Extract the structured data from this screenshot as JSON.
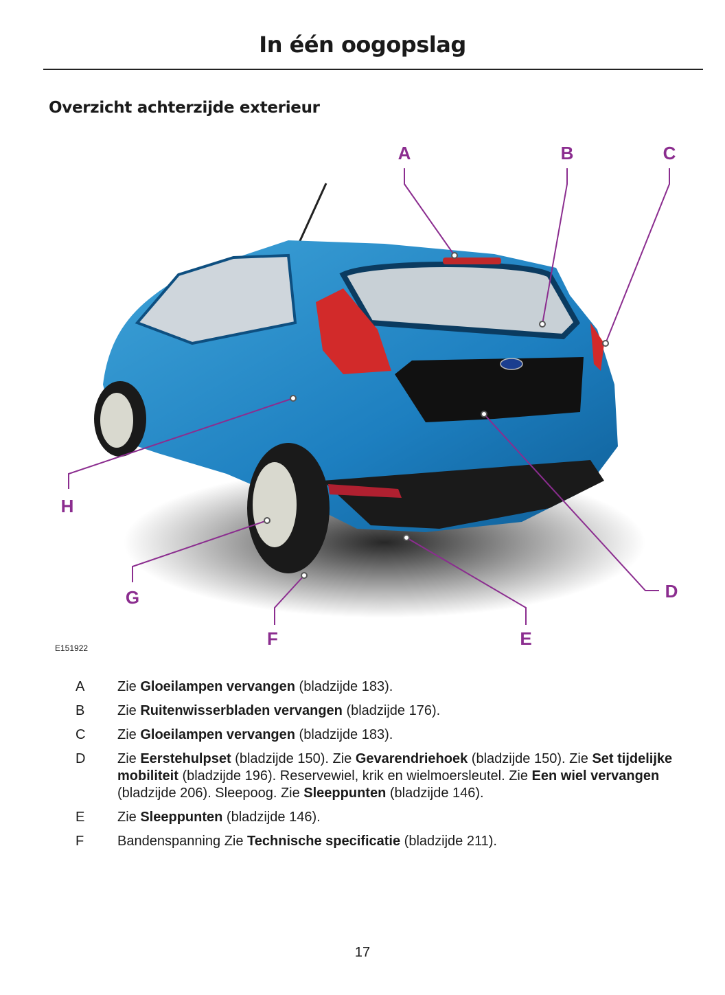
{
  "header": {
    "title": "In één oogopslag"
  },
  "section_title": "Overzicht achterzijde exterieur",
  "figure": {
    "image_id": "E151922",
    "callout_color": "#8b2d8f",
    "callouts": {
      "A": "A",
      "B": "B",
      "C": "C",
      "D": "D",
      "E": "E",
      "F": "F",
      "G": "G",
      "H": "H"
    }
  },
  "items": [
    {
      "key": "A",
      "parts": [
        {
          "t": "Zie "
        },
        {
          "b": "Gloeilampen vervangen"
        },
        {
          "t": " (bladzijde 183)."
        }
      ]
    },
    {
      "key": "B",
      "parts": [
        {
          "t": "Zie "
        },
        {
          "b": "Ruitenwisserbladen vervangen"
        },
        {
          "t": " (bladzijde 176)."
        }
      ]
    },
    {
      "key": "C",
      "parts": [
        {
          "t": "Zie "
        },
        {
          "b": "Gloeilampen vervangen"
        },
        {
          "t": " (bladzijde 183)."
        }
      ]
    },
    {
      "key": "D",
      "parts": [
        {
          "t": "Zie "
        },
        {
          "b": "Eerstehulpset"
        },
        {
          "t": " (bladzijde 150).  Zie "
        },
        {
          "b": "Gevarendriehoek"
        },
        {
          "t": " (bladzijde 150).  Zie "
        },
        {
          "b": "Set tijdelijke mobiliteit"
        },
        {
          "t": " (bladzijde 196).  Reservewiel, krik en wielmoersleutel. Zie "
        },
        {
          "b": "Een wiel vervangen"
        },
        {
          "t": " (bladzijde 206).  Sleepoog.  Zie "
        },
        {
          "b": "Sleeppunten"
        },
        {
          "t": " (bladzijde 146)."
        }
      ]
    },
    {
      "key": "E",
      "parts": [
        {
          "t": "Zie "
        },
        {
          "b": "Sleeppunten"
        },
        {
          "t": " (bladzijde 146)."
        }
      ]
    },
    {
      "key": "F",
      "parts": [
        {
          "t": "Bandenspanning  Zie "
        },
        {
          "b": "Technische specificatie"
        },
        {
          "t": " (bladzijde 211)."
        }
      ]
    }
  ],
  "page_number": "17"
}
